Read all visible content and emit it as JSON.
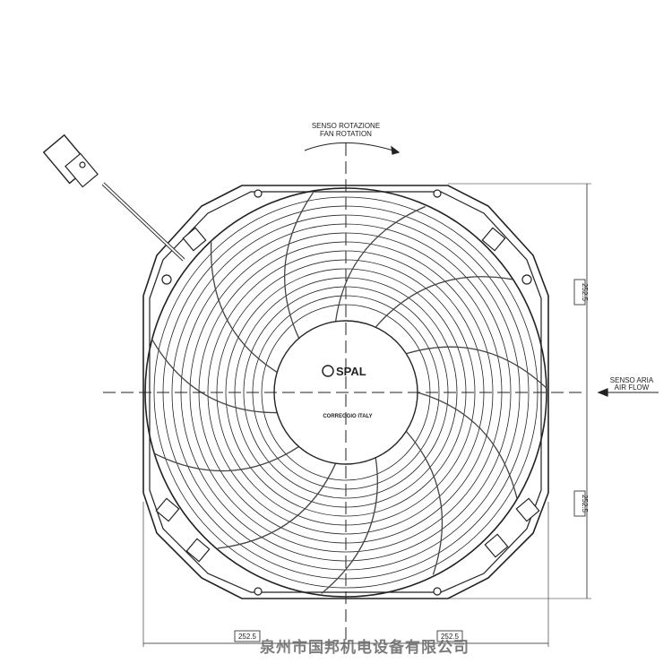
{
  "drawing": {
    "rotation_label_it": "SENSO ROTAZIONE",
    "rotation_label_en": "FAN ROTATION",
    "airflow_label_it": "SENSO ARIA",
    "airflow_label_en": "AIR FLOW",
    "brand": "SPAL",
    "origin": "CORREGGIO ITALY",
    "dim_top": "252.5",
    "dim_bottom": "252.5",
    "dim_left": "252.5",
    "dim_right": "252.5"
  },
  "watermark": "泉州市国邦机电设备有限公司"
}
